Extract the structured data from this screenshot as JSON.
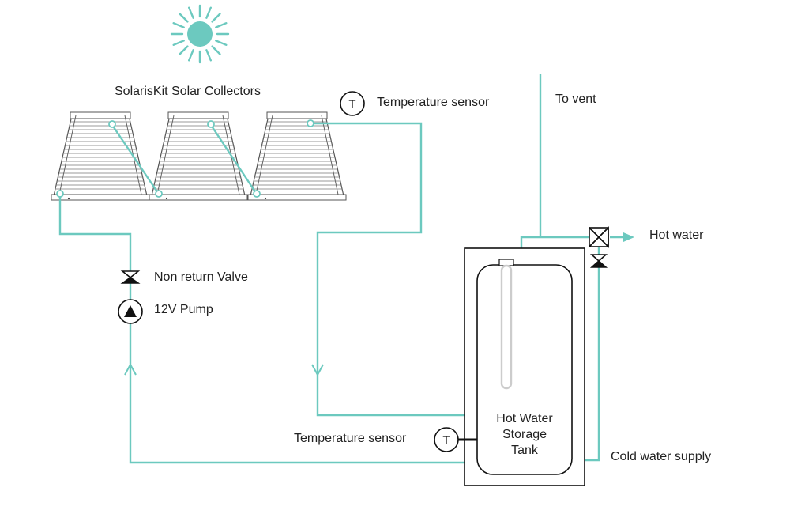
{
  "labels": {
    "collectors": "SolarisKit Solar Collectors",
    "temp_sensor_top": "Temperature sensor",
    "to_vent": "To vent",
    "hot_water": "Hot water",
    "non_return_valve": "Non return Valve",
    "pump": "12V Pump",
    "temp_sensor_bottom": "Temperature sensor",
    "cold_water_supply": "Cold water supply",
    "tank_line1": "Hot Water",
    "tank_line2": "Storage",
    "tank_line3": "Tank",
    "sensor_symbol": "T",
    "collector_brand": "SolarisKit"
  },
  "colors": {
    "pipe": "#6cc9bf",
    "sun": "#6cc9bf",
    "outline": "#111111",
    "collector_stroke": "#555555",
    "heating_element": "#cccccc"
  },
  "icons": [
    "sun-icon",
    "temperature-sensor-icon",
    "non-return-valve-icon",
    "pump-icon",
    "mixing-valve-icon",
    "check-valve-icon"
  ]
}
